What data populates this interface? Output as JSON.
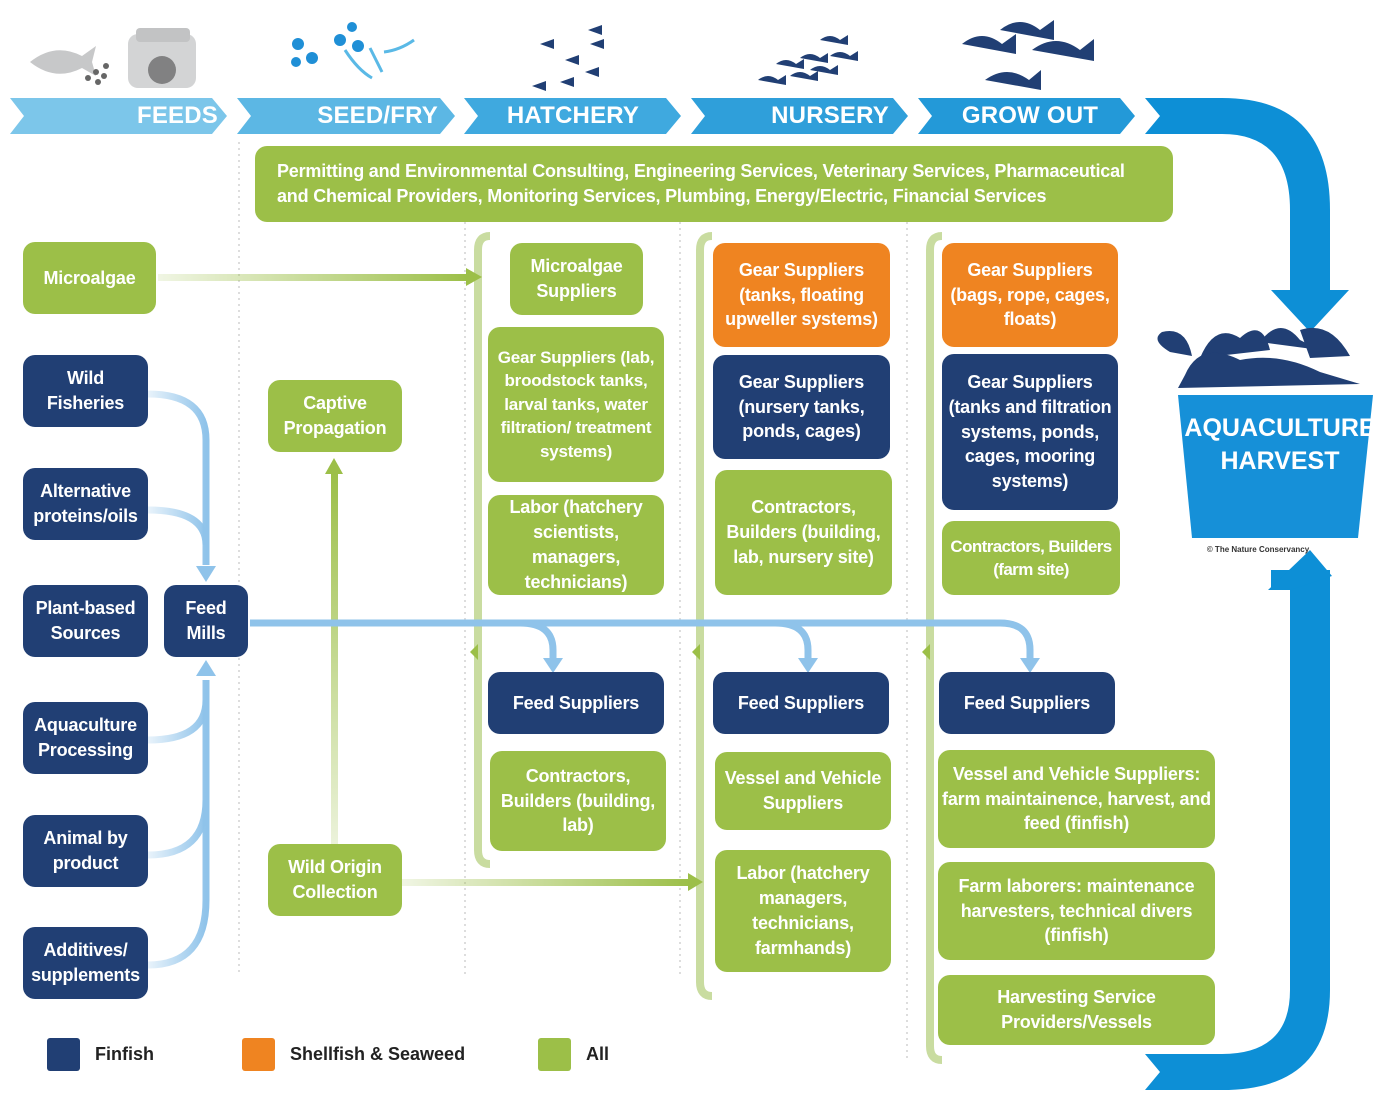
{
  "colors": {
    "finfish_navy": "#213f74",
    "shellfish_orange": "#ef8421",
    "all_green": "#9cbf48",
    "chevron_light": "#6cbfe6",
    "chevron_mid": "#2aa0da",
    "harvest_blue": "#0d8fd6",
    "feed_arrow_blue": "#8fc3ea"
  },
  "stages": [
    "FEEDS",
    "SEED/FRY",
    "HATCHERY",
    "NURSERY",
    "GROW OUT"
  ],
  "services_banner": "Permitting and Environmental Consulting,  Engineering Services, Veterinary Services, Pharmaceutical and Chemical Providers, Monitoring Services, Plumbing, Energy/Electric, Financial Services",
  "feeds": {
    "microalgae": "Microalgae",
    "wild_fisheries": "Wild Fisheries",
    "alternative_proteins": "Alternative proteins/oils",
    "plant_based": "Plant-based Sources",
    "aquaculture_processing": "Aquaculture Processing",
    "animal_by_product": "Animal by product",
    "additives": "Additives/ supplements",
    "feed_mills": "Feed Mills"
  },
  "seed": {
    "captive_propagation": "Captive Propagation",
    "wild_origin": "Wild Origin Collection"
  },
  "hatchery": {
    "microalgae_suppliers": "Microalgae Suppliers",
    "gear": "Gear Suppliers (lab, broodstock tanks, larval tanks,  water filtration/ treatment systems)",
    "labor": "Labor (hatchery scientists, managers, technicians)",
    "feed": "Feed Suppliers",
    "contractors": "Contractors, Builders (building, lab)"
  },
  "nursery": {
    "gear_shellfish": "Gear Suppliers (tanks, floating upweller systems)",
    "gear_finfish": "Gear Suppliers (nursery tanks, ponds, cages)",
    "contractors": "Contractors, Builders (building, lab, nursery site)",
    "feed": "Feed Suppliers",
    "vessel": "Vessel and Vehicle Suppliers",
    "labor": "Labor (hatchery managers, technicians, farmhands)"
  },
  "growout": {
    "gear_shellfish": "Gear Suppliers (bags, rope, cages, floats)",
    "gear_finfish": "Gear Suppliers (tanks and filtration systems, ponds, cages, mooring systems)",
    "contractors": "Contractors, Builders (farm site)",
    "feed": "Feed Suppliers",
    "vessel": "Vessel and Vehicle Suppliers: farm maintainence, harvest, and feed (finfish)",
    "laborers": "Farm laborers: maintenance harvesters, technical divers (finfish)",
    "harvesting": "Harvesting Service Providers/Vessels"
  },
  "harvest": {
    "title": "AQUACULTURE HARVEST",
    "copyright": "© The Nature Conservancy"
  },
  "legend": {
    "finfish": "Finfish",
    "shellfish": "Shellfish & Seaweed",
    "all": "All"
  },
  "icons": {
    "feeds": "fish-and-feed-pellets-icon",
    "seed": "eggs-and-larvae-icon",
    "hatchery": "small-fry-school-icon",
    "nursery": "juvenile-fish-school-icon",
    "growout": "adult-fish-school-icon",
    "harvest": "fish-basket-icon"
  }
}
